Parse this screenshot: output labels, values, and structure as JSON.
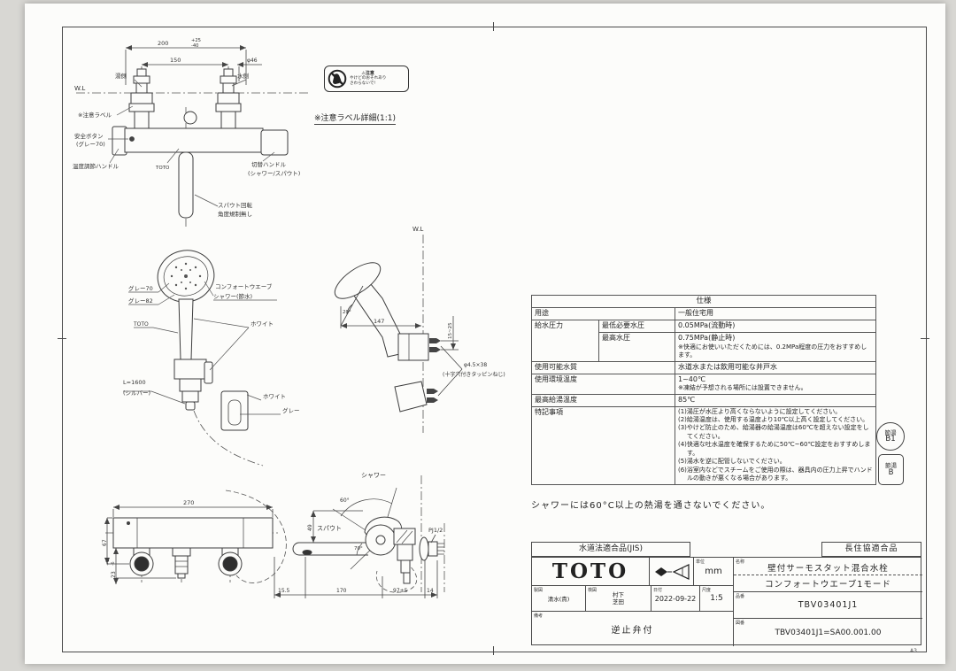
{
  "sheet": {
    "size_label": "A3"
  },
  "front_view_top": {
    "dim_200": "200",
    "tol_plus": "+25",
    "tol_minus": "-40",
    "dim_150": "150",
    "dim_d46": "φ46",
    "wl": "W.L",
    "hot_side": "湯側",
    "cold_side": "水側",
    "caution_label": "※注意ラベル",
    "safety_button_l1": "安全ボタン",
    "safety_button_l2": "(グレー70)",
    "temp_handle": "温度調節ハンドル",
    "brand": "TOTO",
    "switch_handle_l1": "切替ハンドル",
    "switch_handle_l2": "(シャワー/スパウト)",
    "spout_note_l1": "スパウト回転",
    "spout_note_l2": "角度規制無し"
  },
  "caution_detail": {
    "header": "注意",
    "line1": "やけどのおそれあり",
    "line2": "さわらないで!",
    "caption": "※注意ラベル詳細(1:1)"
  },
  "shower_view": {
    "gray70": "グレー70",
    "gray82": "グレー82",
    "brand": "TOTO",
    "length_l1": "L=1600",
    "length_l2": "(シルバー)",
    "comfort_l1": "コンフォートウエーブ",
    "comfort_l2": "シャワー(節水)",
    "white": "ホワイト",
    "holder_white": "ホワイト",
    "holder_gray": "グレー"
  },
  "hanger_view": {
    "wl": "W.L",
    "angle": "20°",
    "dim_147": "147",
    "dim_15_25": "15~25",
    "screw_l1": "φ4.5×38",
    "screw_l2": "(十字穴付きタッピンねじ)"
  },
  "front_view_bottom": {
    "dim_270": "270",
    "dim_67": "67",
    "dim_23": "23",
    "tol_plus": "+11",
    "tol_minus": "-6"
  },
  "side_view": {
    "shower": "シャワー",
    "spout": "スパウト",
    "angle_60": "60°",
    "angle_70": "70°",
    "dim_49": "49",
    "thread": "PJ1/2",
    "dim_155": "15.5",
    "dim_170": "170",
    "dim_97": "97±5",
    "dim_14": "14"
  },
  "spec_table": {
    "title": "仕様",
    "usage_label": "用途",
    "usage_value": "一般住宅用",
    "pressure_label": "給水圧力",
    "min_pressure_label": "最低必要水圧",
    "min_pressure_value": "0.05MPa(流動時)",
    "max_pressure_label": "最高水圧",
    "max_pressure_value": "0.75MPa(静止時)",
    "max_pressure_note": "※快適にお使いいただくためには、0.2MPa程度の圧力をおすすめします。",
    "water_label": "使用可能水質",
    "water_value": "水道水または飲用可能な井戸水",
    "ambient_label": "使用環境温度",
    "ambient_value": "1~40℃",
    "ambient_note": "※凍結が予想される場所には設置できません。",
    "max_temp_label": "最高給湯温度",
    "max_temp_value": "85℃",
    "notes_label": "特記事項",
    "notes": [
      "(1)湯圧が水圧より高くならないように設定してください。",
      "(2)給湯温度は、使用する温度より10℃以上高く設定してください。",
      "(3)やけど防止のため、給湯器の給湯温度は60℃を超えない設定をしてください。",
      "(4)快適な吐水温度を確保するために50℃~60℃設定をおすすめします。",
      "(5)湯水を逆に配管しないでください。",
      "(6)浴室内などでスチームをご使用の際は、器具内の圧力上昇でハンドルの動きが悪くなる場合があります。"
    ]
  },
  "shower_note": "シャワーには60°C以上の熱湯を通さないでください。",
  "badges": {
    "circle_top": "節湯",
    "circle_bottom": "B1",
    "square_top": "節湯",
    "square_bottom": "B"
  },
  "title_block": {
    "jis": "水道法適合品(JIS)",
    "choju": "長住協適合品",
    "logo": "TOTO",
    "unit_label": "単位",
    "unit_value": "mm",
    "name_label": "名称",
    "name_line1": "壁付サーモスタット混合水栓",
    "name_line2": "コンフォートウエーブ1モード",
    "drafter_label": "製図",
    "drafter": "清水(貴)",
    "checker_label": "検図",
    "checker_l1": "村下",
    "checker_l2": "芝田",
    "date_label": "日付",
    "date": "2022-09-22",
    "scale_label": "尺度",
    "scale": "1:5",
    "part_label": "品番",
    "part_no": "TBV03401J1",
    "dwg_label": "図番",
    "dwg_no": "TBV03401J1=SA00.001.00",
    "remarks_label": "備考",
    "remarks": "逆止弁付"
  }
}
